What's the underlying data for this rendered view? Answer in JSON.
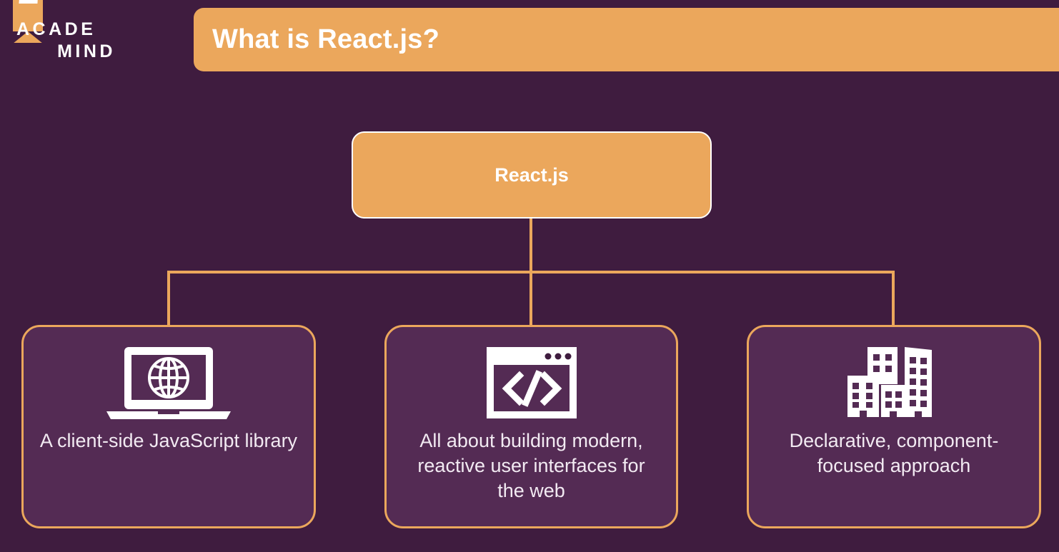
{
  "slide": {
    "background_color": "#3f1c3f",
    "accent_color": "#eba75c",
    "card_fill_color": "#542b54",
    "text_color": "#ffffff"
  },
  "logo": {
    "line1": "ACADE",
    "line2": "MIND",
    "mark_icon": "academind-bookmark-logo"
  },
  "header": {
    "title": "What is React.js?"
  },
  "diagram": {
    "type": "tree",
    "root": {
      "label": "React.js"
    },
    "children": [
      {
        "icon": "laptop-globe-icon",
        "text": "A client-side JavaScript library"
      },
      {
        "icon": "browser-code-icon",
        "text": "All about building modern, reactive user interfaces for the web"
      },
      {
        "icon": "buildings-city-icon",
        "text": "Declarative, component-focused approach"
      }
    ]
  }
}
